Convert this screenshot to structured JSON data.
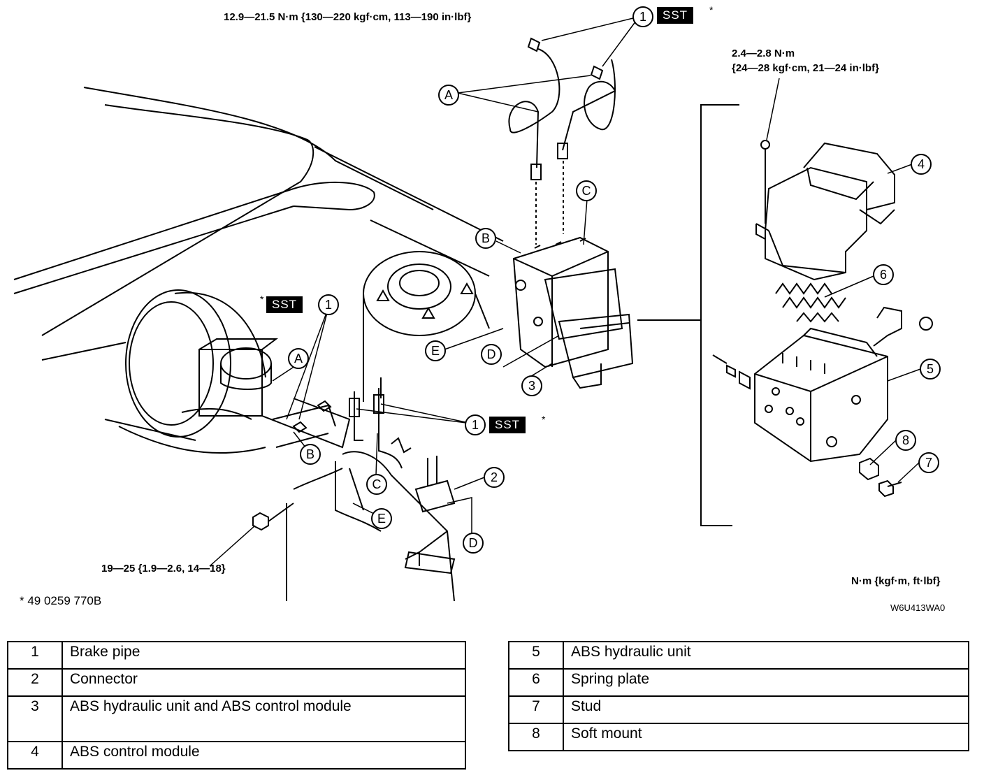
{
  "torque": {
    "pipe_flare": "12.9—21.5 N·m {130—220 kgf·cm, 113—190 in·lbf}",
    "module_bolt_line1": "2.4—2.8 N·m",
    "module_bolt_line2": "{24—28 kgf·cm, 21—24 in·lbf}",
    "bracket_nut": "19—25 {1.9—2.6, 14—18}",
    "units": "N·m {kgf·m, ft·lbf}"
  },
  "sst_label": "SST",
  "asterisk": "*",
  "footnote": "* 49 0259 770B",
  "drawing_code": "W6U413WA0",
  "callouts": {
    "n1": "1",
    "n2": "2",
    "n3": "3",
    "n4": "4",
    "n5": "5",
    "n6": "6",
    "n7": "7",
    "n8": "8",
    "A": "A",
    "B": "B",
    "C": "C",
    "D": "D",
    "E": "E"
  },
  "legend_left": [
    {
      "num": "1",
      "label": "Brake pipe"
    },
    {
      "num": "2",
      "label": "Connector"
    },
    {
      "num": "3",
      "label": "ABS hydraulic unit and ABS control module"
    },
    {
      "num": "4",
      "label": "ABS control module"
    }
  ],
  "legend_right": [
    {
      "num": "5",
      "label": "ABS hydraulic unit"
    },
    {
      "num": "6",
      "label": "Spring plate"
    },
    {
      "num": "7",
      "label": "Stud"
    },
    {
      "num": "8",
      "label": "Soft mount"
    }
  ]
}
